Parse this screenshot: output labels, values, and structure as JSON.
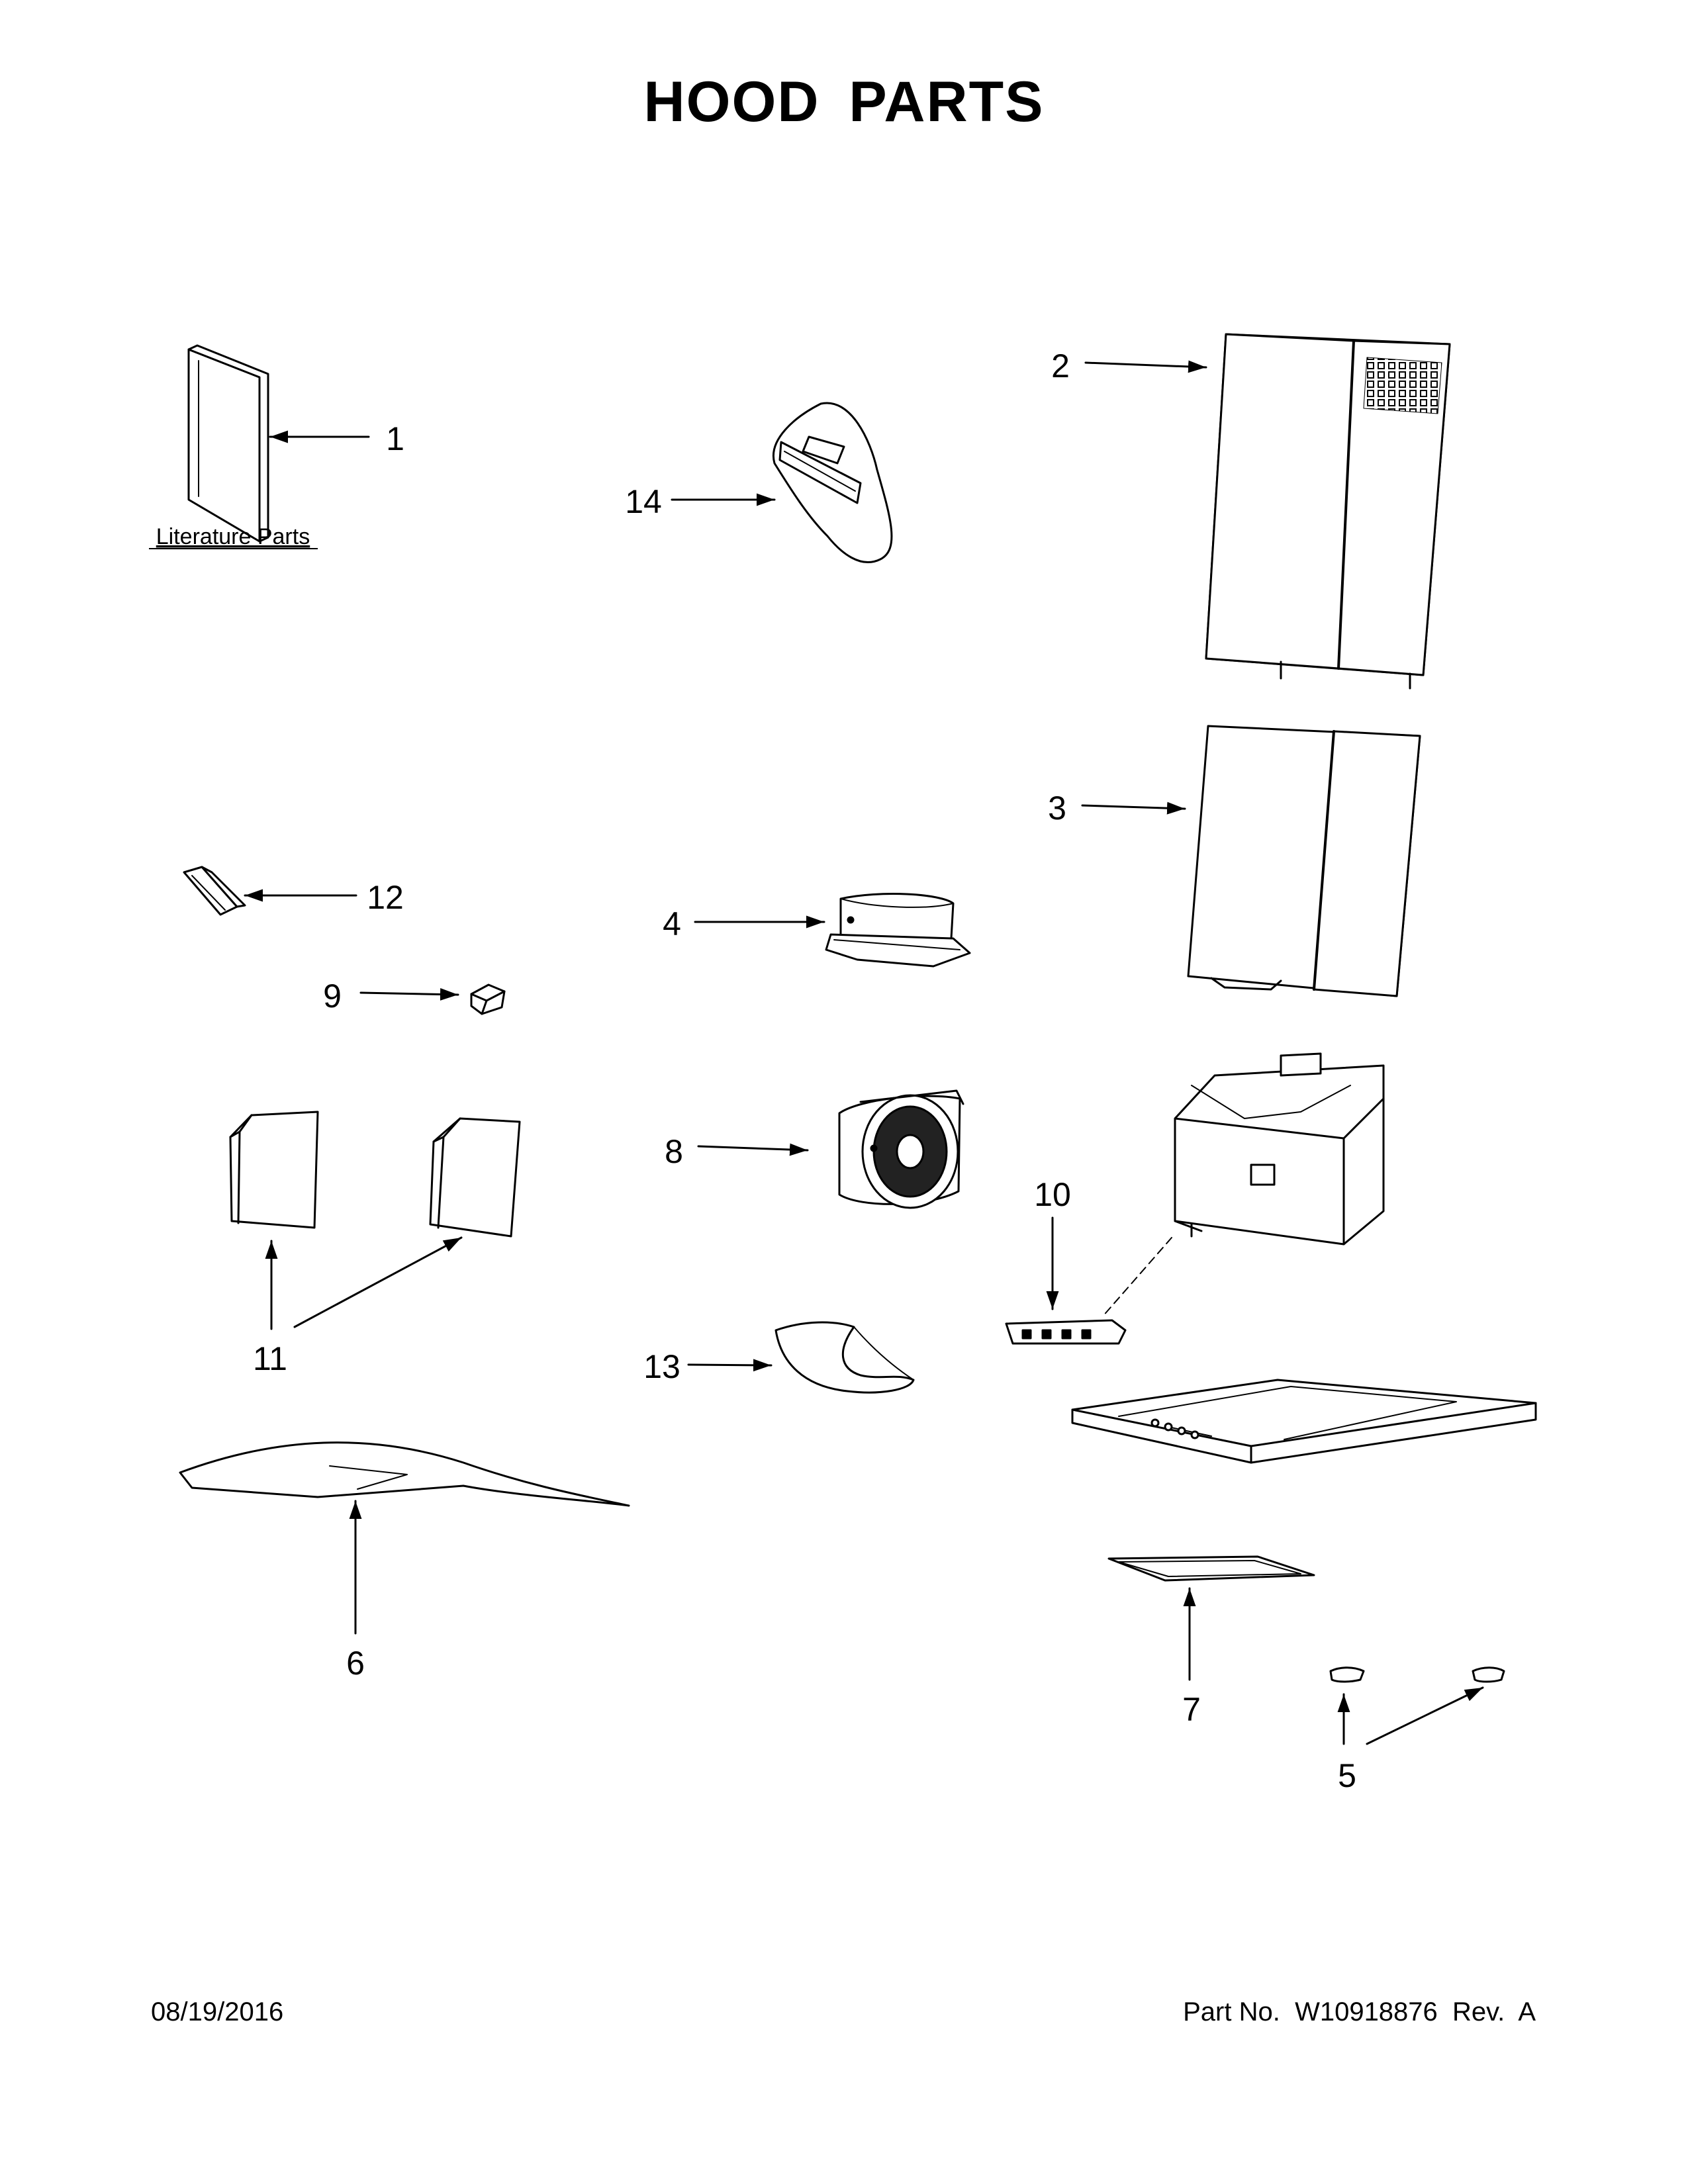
{
  "page": {
    "title": "HOOD PARTS",
    "date": "08/19/2016",
    "part_number": "Part No.  W10918876  Rev.  A"
  },
  "diagram": {
    "literature_label": "Literature Parts",
    "callouts": [
      {
        "id": "1",
        "label": "1"
      },
      {
        "id": "2",
        "label": "2"
      },
      {
        "id": "3",
        "label": "3"
      },
      {
        "id": "4",
        "label": "4"
      },
      {
        "id": "5",
        "label": "5"
      },
      {
        "id": "6",
        "label": "6"
      },
      {
        "id": "7",
        "label": "7"
      },
      {
        "id": "8",
        "label": "8"
      },
      {
        "id": "9",
        "label": "9"
      },
      {
        "id": "10",
        "label": "10"
      },
      {
        "id": "11",
        "label": "11"
      },
      {
        "id": "12",
        "label": "12"
      },
      {
        "id": "13",
        "label": "13"
      },
      {
        "id": "14",
        "label": "14"
      }
    ]
  }
}
